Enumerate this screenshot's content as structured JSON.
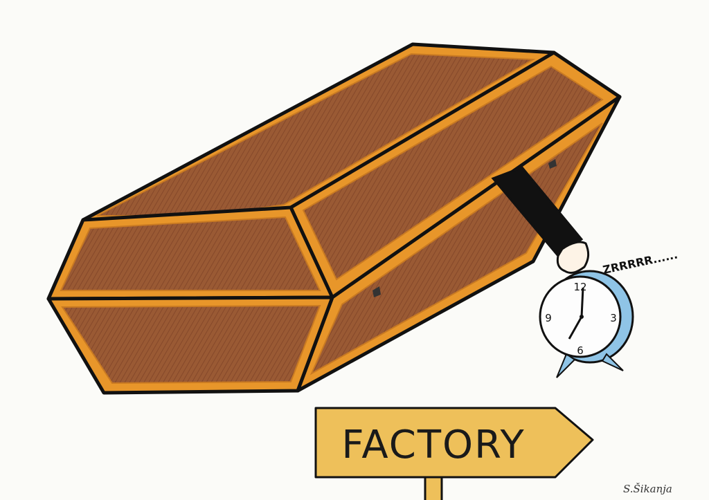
{
  "sign": {
    "label": "FACTORY"
  },
  "snore": {
    "text": "ZRRRRR......"
  },
  "clock": {
    "numerals": {
      "twelve": "12",
      "three": "3",
      "six": "6",
      "nine": "9"
    },
    "time_shown": "7:00"
  },
  "signature": {
    "text": "S.Šikanja"
  },
  "colors": {
    "coffin_wood": "#9a5a34",
    "coffin_trim": "#e8962a",
    "outline": "#111111",
    "sign_yellow": "#eec05a",
    "clock_blue": "#8fc4e6",
    "sleeve_black": "#111111",
    "background": "#fbfbf8"
  }
}
